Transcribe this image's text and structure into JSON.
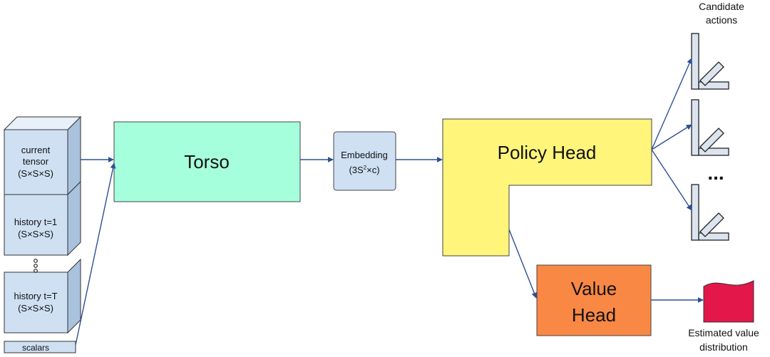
{
  "inputs": {
    "current": {
      "line1": "current",
      "line2": "tensor",
      "line3": "(S×S×S)"
    },
    "history1": {
      "line1": "history t=1",
      "line2": "(S×S×S)"
    },
    "historyT": {
      "line1": "history t=T",
      "line2": "(S×S×S)"
    },
    "scalars": "scalars"
  },
  "torso": {
    "label": "Torso"
  },
  "embedding": {
    "label": "Embedding",
    "dim_prefix": "(3S",
    "dim_exp": "2",
    "dim_suffix": "×c)"
  },
  "policy_head": {
    "label": "Policy Head"
  },
  "value_head": {
    "line1": "Value",
    "line2": "Head"
  },
  "candidates": {
    "line1": "Candidate",
    "line2": "actions",
    "ellipsis": "..."
  },
  "estimated": {
    "line1": "Estimated value",
    "line2": "distribution"
  },
  "colors": {
    "torso": "#a6ffdc",
    "embedding": "#cfe0f3",
    "policy": "#fff57a",
    "value": "#f98845",
    "value_dist": "#e3174a",
    "cube_front": "#cfe0f3",
    "cube_side": "#a9c2dd",
    "arrow": "#2d4f96",
    "action_panel": "#dbe4ef"
  }
}
